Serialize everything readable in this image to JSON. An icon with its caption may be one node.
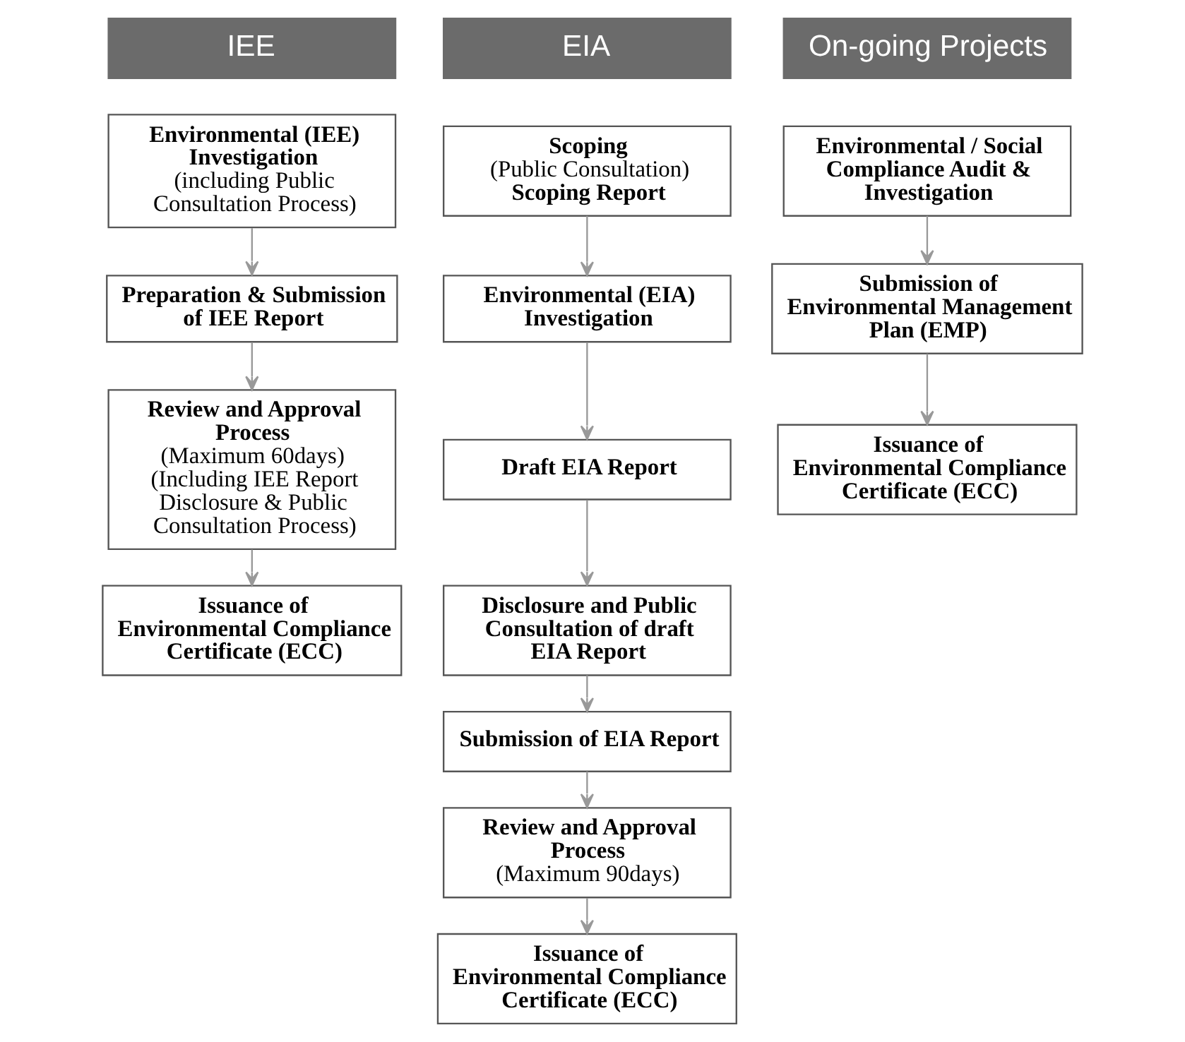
{
  "diagram": {
    "nodes": [
      {
        "text": [
          "IEE"
        ]
      },
      {
        "text": [
          "Environmental (IEE) Investigation",
          "(including Public Consultation Process)"
        ]
      },
      {
        "text": [
          "Preparation & Submission of IEE Report"
        ]
      },
      {
        "text": [
          "Review and Approval Process",
          "(Maximum 60days)",
          "(Including IEE Report Disclosure & Public Consultation Process)"
        ]
      },
      {
        "text": [
          "Issuance of Environmental Compliance Certificate (ECC)"
        ]
      },
      {
        "text": [
          "EIA"
        ]
      },
      {
        "text": [
          "Scoping",
          "(Public Consultation)",
          "Scoping Report"
        ]
      },
      {
        "text": [
          "Environmental (EIA) Investigation"
        ]
      },
      {
        "text": [
          "Draft EIA Report"
        ]
      },
      {
        "text": [
          "Disclosure and Public Consultation of draft EIA Report"
        ]
      },
      {
        "text": [
          "Submission of EIA Report"
        ]
      },
      {
        "text": [
          "Review and Approval Process",
          "(Maximum 90days)"
        ]
      },
      {
        "text": [
          "Issuance of Environmental Compliance Certificate (ECC)"
        ]
      },
      {
        "text": [
          "On-going Projects"
        ]
      },
      {
        "text": [
          "Environmental / Social Compliance Audit & Investigation"
        ]
      },
      {
        "text": [
          "Submission of Environmental Management Plan (EMP)"
        ]
      },
      {
        "text": [
          "Issuance of Environmental Compliance Certificate (ECC)"
        ]
      }
    ],
    "edges": [
      {
        "from": 1,
        "to": 2,
        "arrow": "to"
      },
      {
        "from": 2,
        "to": 3,
        "arrow": "to"
      },
      {
        "from": 3,
        "to": 4,
        "arrow": "to"
      },
      {
        "from": 6,
        "to": 7,
        "arrow": "to"
      },
      {
        "from": 7,
        "to": 8,
        "arrow": "to"
      },
      {
        "from": 8,
        "to": 9,
        "arrow": "to"
      },
      {
        "from": 9,
        "to": 10,
        "arrow": "to"
      },
      {
        "from": 10,
        "to": 11,
        "arrow": "to"
      },
      {
        "from": 11,
        "to": 12,
        "arrow": "to"
      },
      {
        "from": 14,
        "to": 15,
        "arrow": "to"
      },
      {
        "from": 15,
        "to": 16,
        "arrow": "to"
      }
    ]
  }
}
